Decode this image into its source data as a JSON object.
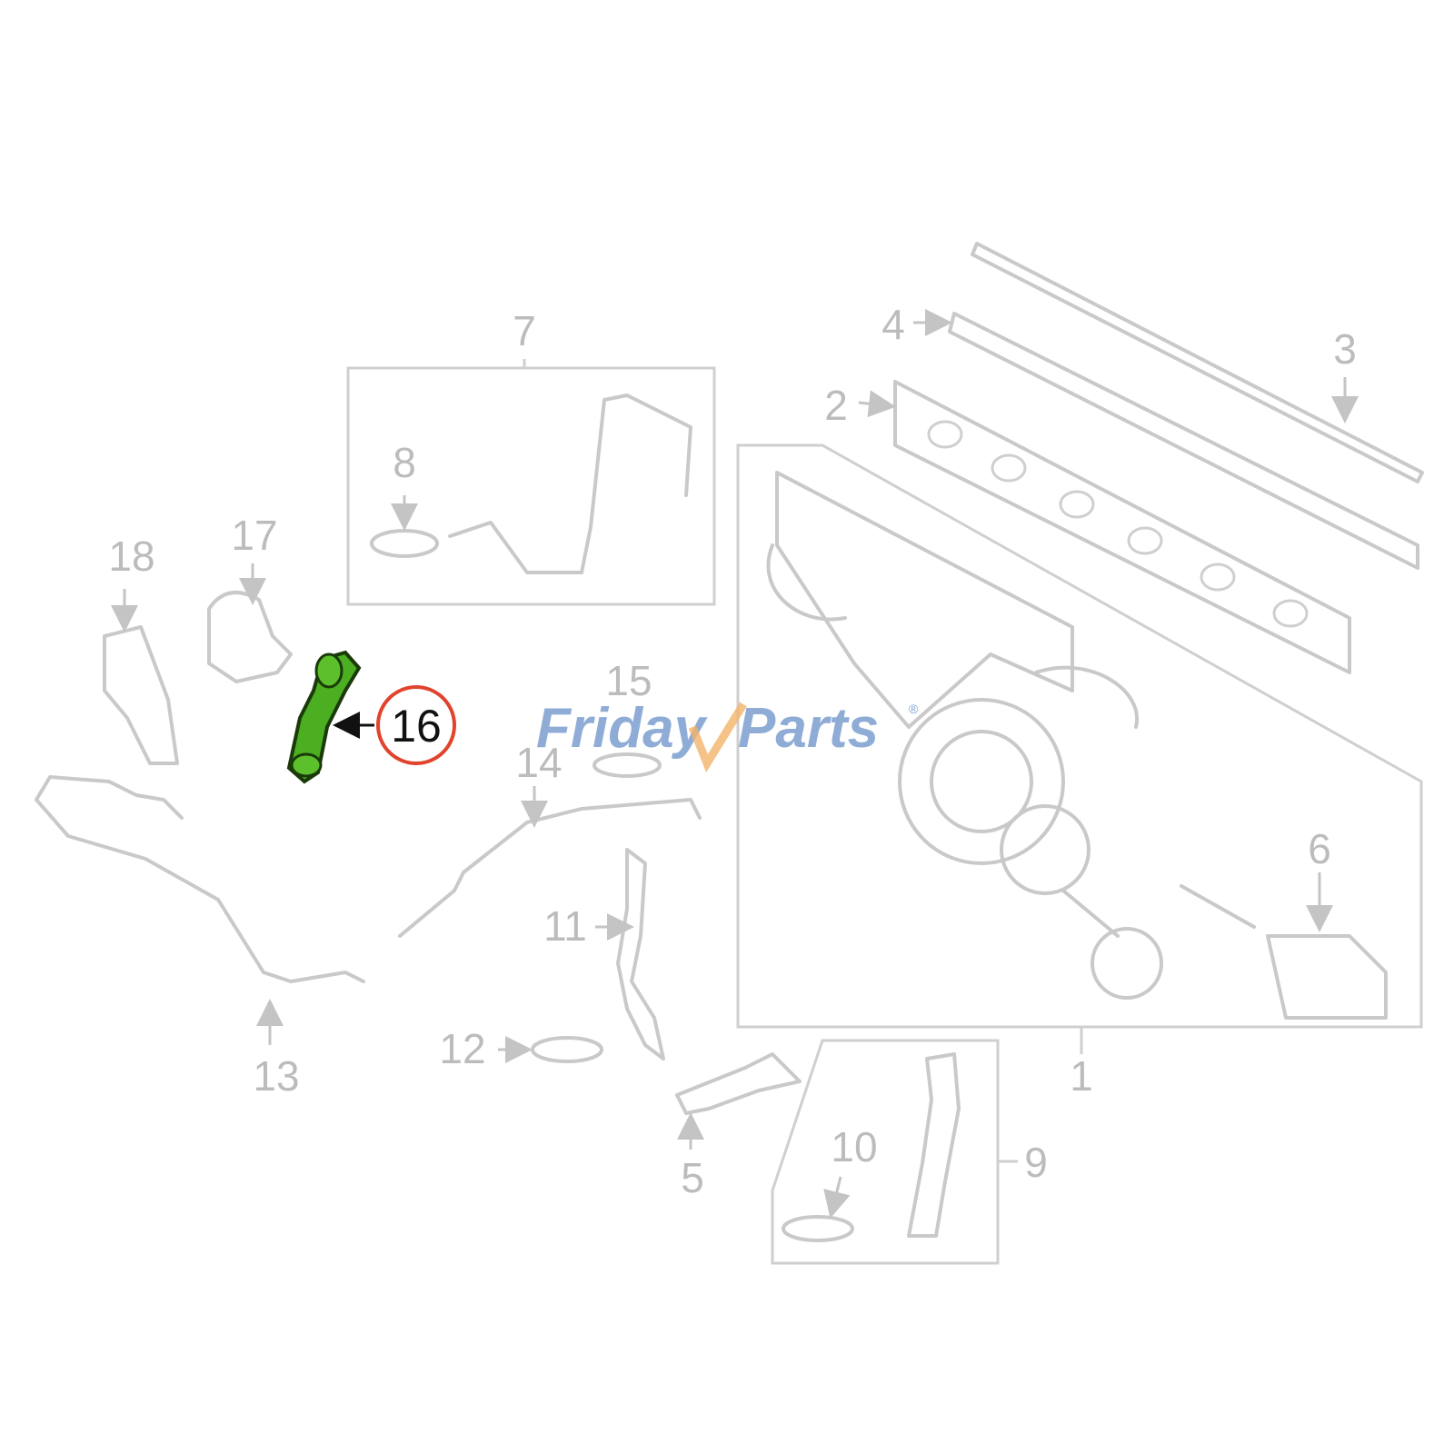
{
  "diagram": {
    "callouts": [
      "1",
      "2",
      "3",
      "4",
      "5",
      "6",
      "7",
      "8",
      "9",
      "10",
      "11",
      "12",
      "13",
      "14",
      "15",
      "16",
      "17",
      "18"
    ],
    "highlighted_part": "16",
    "highlight_color": "#4caf22",
    "highlight_ring_color": "#e0442c"
  },
  "watermark": {
    "brand_left": "Friday",
    "brand_right": "Parts",
    "registered": "®",
    "text_color": "#7b9ed0",
    "check_color": "#f2b36a"
  }
}
